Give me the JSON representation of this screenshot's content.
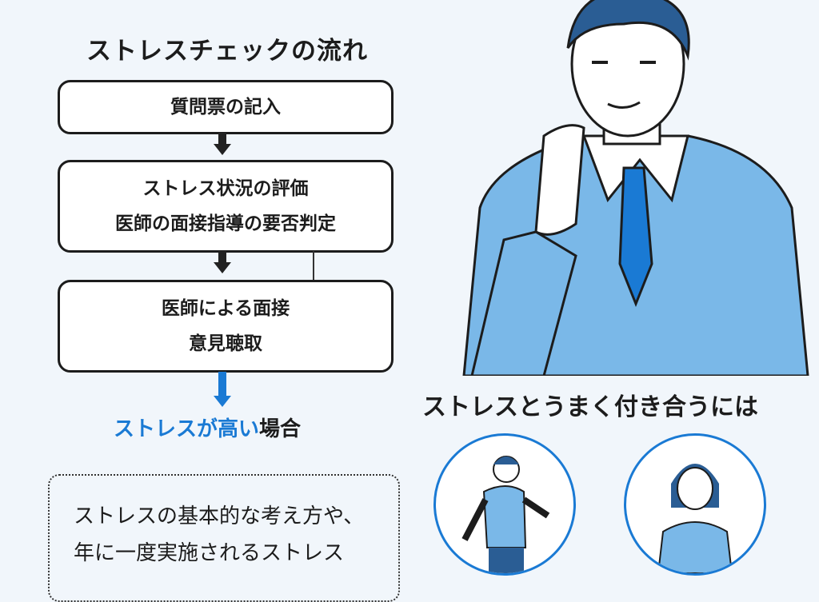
{
  "title": "ストレスチェックの流れ",
  "steps": [
    {
      "lines": [
        "質問票の記入"
      ]
    },
    {
      "lines": [
        "ストレス状況の評価",
        "医師の面接指導の要否判定"
      ]
    },
    {
      "lines": [
        "医師による面接",
        "意見聴取"
      ]
    }
  ],
  "high_stress": {
    "highlight": "ストレスが高い",
    "rest": "場合"
  },
  "note": {
    "lines": [
      "ストレスの基本的な考え方や、",
      "年に一度実施されるストレス"
    ]
  },
  "subtitle": "ストレスとうまく付き合うには",
  "colors": {
    "accent": "#1a7ad4",
    "suit": "#7ab8e8",
    "background": "#f1f6fb"
  }
}
